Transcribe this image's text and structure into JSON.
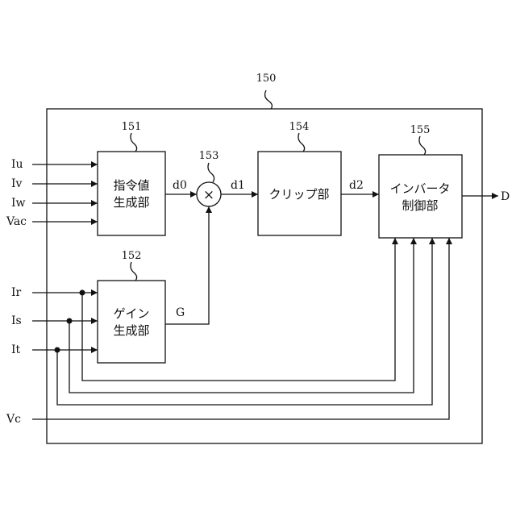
{
  "diagram": {
    "outer_ref": "150",
    "blocks": {
      "b151": {
        "ref": "151",
        "line1": "指令値",
        "line2": "生成部"
      },
      "b152": {
        "ref": "152",
        "line1": "ゲイン",
        "line2": "生成部"
      },
      "b153": {
        "ref": "153",
        "symbol": "×"
      },
      "b154": {
        "ref": "154",
        "line1": "クリップ部"
      },
      "b155": {
        "ref": "155",
        "line1": "インバータ",
        "line2": "制御部"
      }
    },
    "inputs": {
      "iu": "Iu",
      "iv": "Iv",
      "iw": "Iw",
      "vac": "Vac",
      "ir": "Ir",
      "is": "Is",
      "it": "It",
      "vc": "Vc"
    },
    "signals": {
      "d0": "d0",
      "d1": "d1",
      "d2": "d2",
      "g": "G",
      "out": "D"
    }
  }
}
